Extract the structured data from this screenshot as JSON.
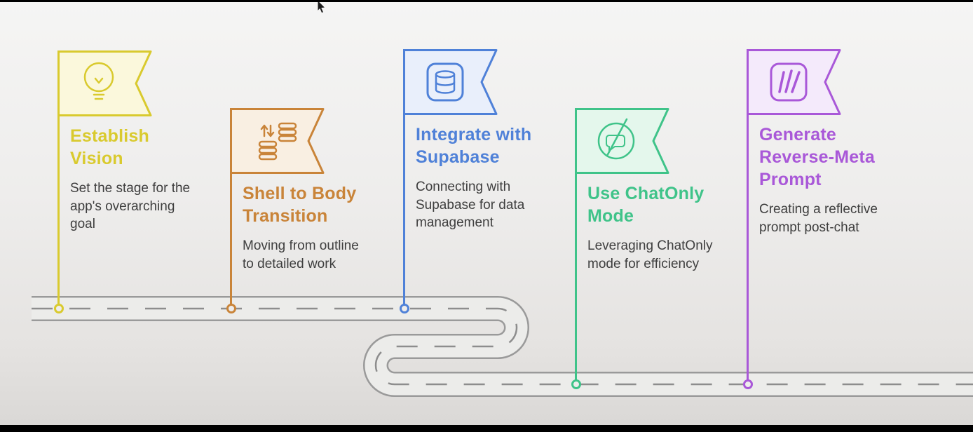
{
  "page": {
    "background_top": "#f5f5f4",
    "background_bottom": "#d9d7d5"
  },
  "road": {
    "edge_color": "#9a9a9a",
    "fill_color": "#ececea",
    "dash_color": "#8d8d8d"
  },
  "milestones": [
    {
      "id": "establish-vision",
      "icon": "lightbulb",
      "color": "#d9ca2e",
      "tint": "#fbf8dc",
      "title": "Establish\nVision",
      "description": "Set the stage for the\napp's overarching\ngoal"
    },
    {
      "id": "shell-to-body-transition",
      "icon": "data-transfer",
      "color": "#c98439",
      "tint": "#f9efe2",
      "title": "Shell to Body\nTransition",
      "description": "Moving from outline\nto detailed work"
    },
    {
      "id": "integrate-with-supabase",
      "icon": "database",
      "color": "#4f81d8",
      "tint": "#e9effb",
      "title": "Integrate with\nSupabase",
      "description": "Connecting with\nSupabase for data\nmanagement"
    },
    {
      "id": "use-chatonly-mode",
      "icon": "chat-disabled",
      "color": "#3fc389",
      "tint": "#e4f7ec",
      "title": "Use ChatOnly\nMode",
      "description": "Leveraging ChatOnly\nmode for efficiency"
    },
    {
      "id": "generate-reverse-meta-prompt",
      "icon": "chevrons",
      "color": "#a958d8",
      "tint": "#f4eafb",
      "title": "Generate\nReverse-Meta\nPrompt",
      "description": "Creating a reflective\nprompt post-chat"
    }
  ]
}
